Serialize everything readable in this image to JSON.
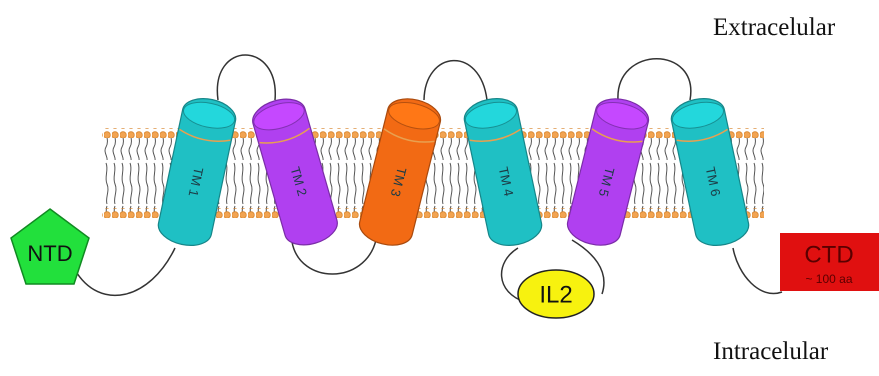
{
  "labels": {
    "extracellular": "Extracelular",
    "intracellular": "Intracelular"
  },
  "ntd": {
    "label": "NTD",
    "color": "#22e03c"
  },
  "ctd": {
    "label": "CTD",
    "sublabel": "~ 100 aa",
    "color": "#e01010"
  },
  "il2": {
    "label": "IL2",
    "color": "#f7f20f"
  },
  "helices": [
    {
      "label": "TM 1",
      "color": "#1fc0c4"
    },
    {
      "label": "TM 2",
      "color": "#b040f0"
    },
    {
      "label": "TM 3",
      "color": "#f26a14"
    },
    {
      "label": "TM 4",
      "color": "#1fc0c4"
    },
    {
      "label": "TM 5",
      "color": "#b040f0"
    },
    {
      "label": "TM 6",
      "color": "#1fc0c4"
    }
  ],
  "membrane": {
    "head_color": "#f0a050"
  }
}
